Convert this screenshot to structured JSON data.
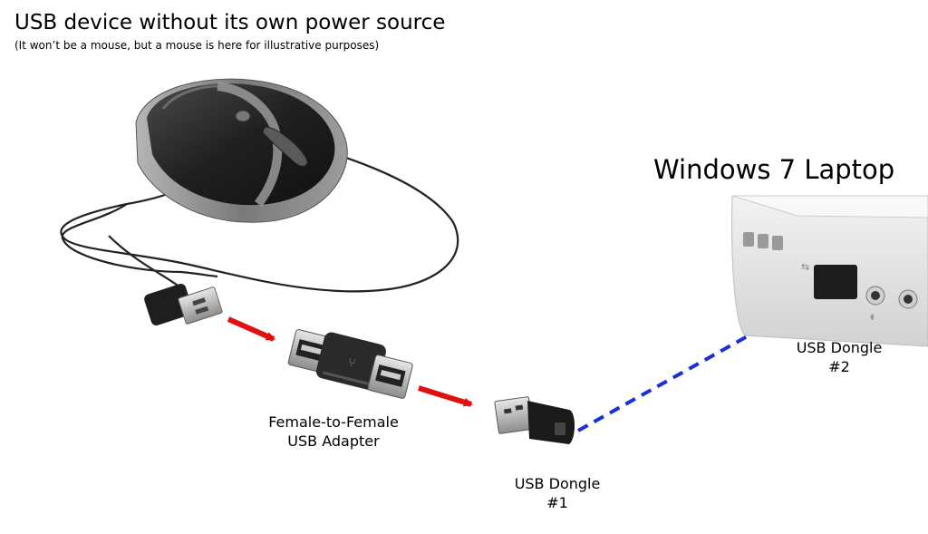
{
  "header": {
    "title": "USB device without its own power source",
    "subtitle": "(It won’t be a mouse, but a mouse is here for illustrative purposes)"
  },
  "laptop": {
    "title": "Windows 7 Laptop"
  },
  "labels": {
    "adapter": [
      "Female-to-Female",
      "USB Adapter"
    ],
    "dongle1": [
      "USB Dongle",
      "#1"
    ],
    "dongle2": [
      "USB Dongle",
      "#2"
    ]
  },
  "colors": {
    "arrow": "#e01010",
    "wireless_link": "#1a2fd6",
    "mouse_body": "#2b2b2b",
    "mouse_accent": "#8a8a8a",
    "laptop_body": "#e6e6e6"
  }
}
